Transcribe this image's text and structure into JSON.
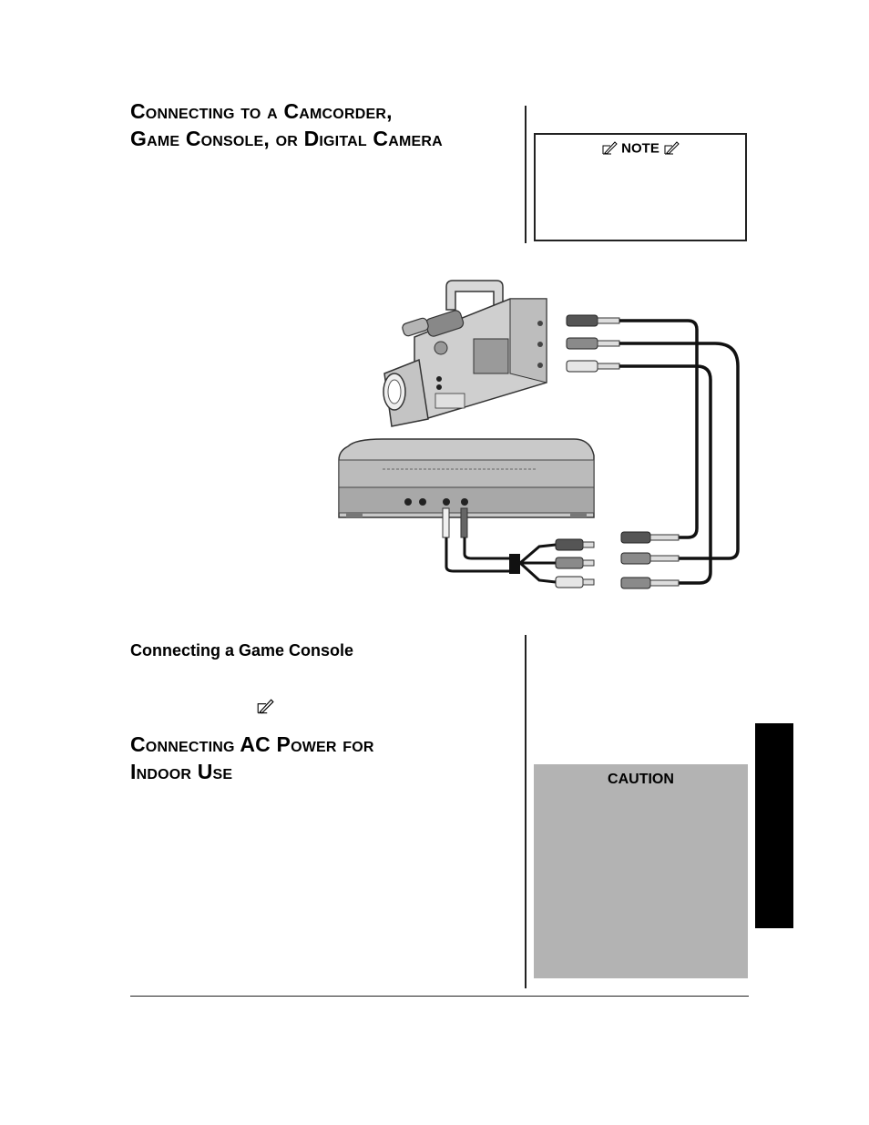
{
  "headings": {
    "camcorder_line1": "Connecting to a Camcorder,",
    "camcorder_line2": "Game Console, or Digital Camera",
    "game_console": "Connecting a Game Console",
    "ac_power_line1": "Connecting AC Power for",
    "ac_power_line2": "Indoor Use"
  },
  "note": {
    "title": "NOTE",
    "icon": "note-pencil-icon"
  },
  "caution": {
    "title": "CAUTION"
  },
  "figure": {
    "subject": "camcorder-to-player-av-connection",
    "cable_colors": [
      "#555555",
      "#8a8a8a",
      "#e6e6e6"
    ]
  }
}
